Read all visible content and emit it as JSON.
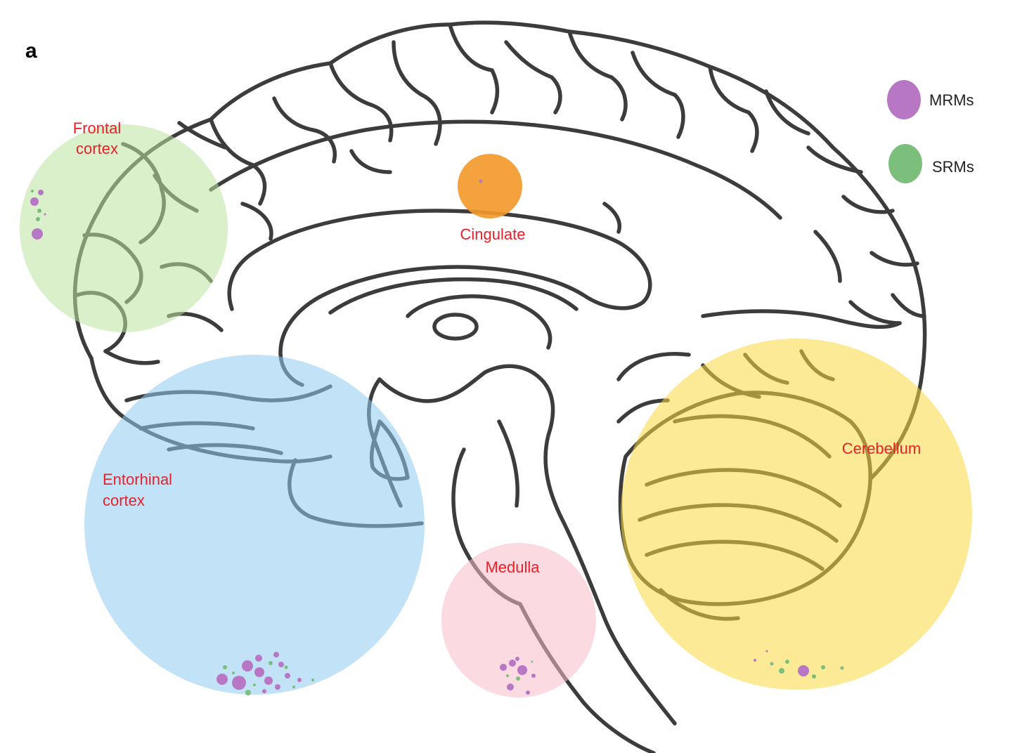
{
  "panel_label": "a",
  "colors": {
    "label_red": "#e8202a",
    "mrm": "#b777c4",
    "srm": "#7cbf7c",
    "outline": "#3c3c3c"
  },
  "legend": [
    {
      "label": "MRMs",
      "color": "#b777c4"
    },
    {
      "label": "SRMs",
      "color": "#7cbf7c"
    }
  ],
  "regions": {
    "frontal": {
      "line1": "Frontal",
      "line2": "cortex",
      "color": "#b9e3a0"
    },
    "cingulate": {
      "line1": "Cingulate",
      "color": "#f39a2c"
    },
    "entorhinal": {
      "line1": "Entorhinal",
      "line2": "cortex",
      "color": "#8fccf0"
    },
    "medulla": {
      "line1": "Medulla",
      "color": "#f8bccb"
    },
    "cerebellum": {
      "line1": "Cerebellum",
      "color": "#fbd940"
    }
  }
}
